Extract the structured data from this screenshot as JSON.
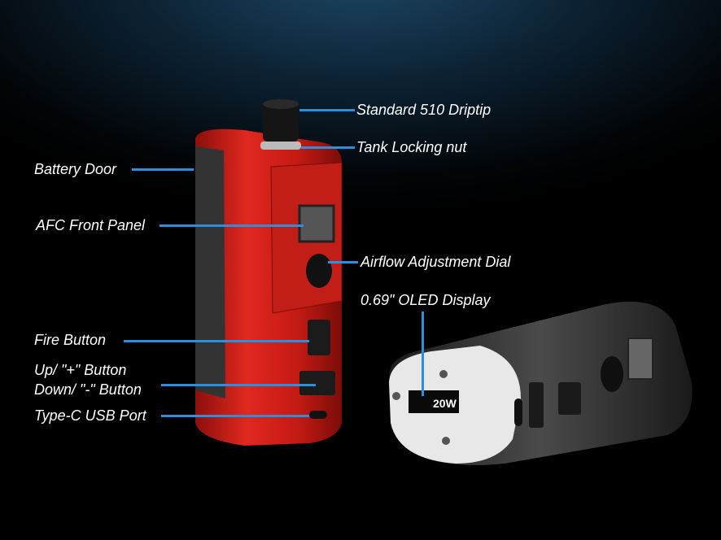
{
  "callouts": {
    "driptip": "Standard 510 Driptip",
    "locking_nut": "Tank Locking nut",
    "battery_door": "Battery Door",
    "afc_panel": "AFC Front Panel",
    "airflow_dial": "Airflow Adjustment Dial",
    "oled_display": "0.69\" OLED Display",
    "fire_button": "Fire Button",
    "up_button": "Up/ \"+\" Button",
    "down_button": "Down/ \"-\" Button",
    "usb_port": "Type-C USB Port"
  },
  "oled_readout": "20W",
  "colors": {
    "accent_line": "#2b8fe0",
    "device_red": "#d8241c",
    "device_black": "#2a2a2a"
  }
}
